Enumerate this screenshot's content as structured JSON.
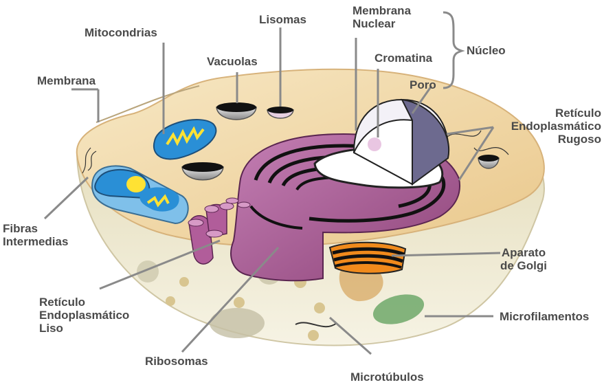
{
  "labels": {
    "mitocondrias": "Mitocondrias",
    "lisomas": "Lisomas",
    "membrana_nuclear": [
      "Membrana",
      "Nuclear"
    ],
    "vacuolas": "Vacuolas",
    "cromatina": "Cromatina",
    "nucleo": "Núcleo",
    "membrana": "Membrana",
    "poro": "Poro",
    "reticulo_rugoso": [
      "Retículo",
      "Endoplasmático",
      "Rugoso"
    ],
    "fibras": [
      "Fibras",
      "Intermedias"
    ],
    "aparato_golgi": [
      "Aparato",
      "de Golgi"
    ],
    "reticulo_liso": [
      "Retículo",
      "Endoplasmático",
      "Liso"
    ],
    "microfilamentos": "Microfilamentos",
    "ribosomas": "Ribosomas",
    "microtubulos": "Microtúbulos"
  },
  "colors": {
    "label_text": "#4a4a4a",
    "leader_line": "#8a8a8a",
    "cytoplasm_top": "#f3d9a6",
    "cell_body": "#ece5c8",
    "reticulum": "#b15d9a",
    "nucleus": "#ffffff",
    "mitochondria": "#2a8fd6",
    "golgi": "#f08a1c",
    "microfilament_body": "#6fa86a"
  }
}
